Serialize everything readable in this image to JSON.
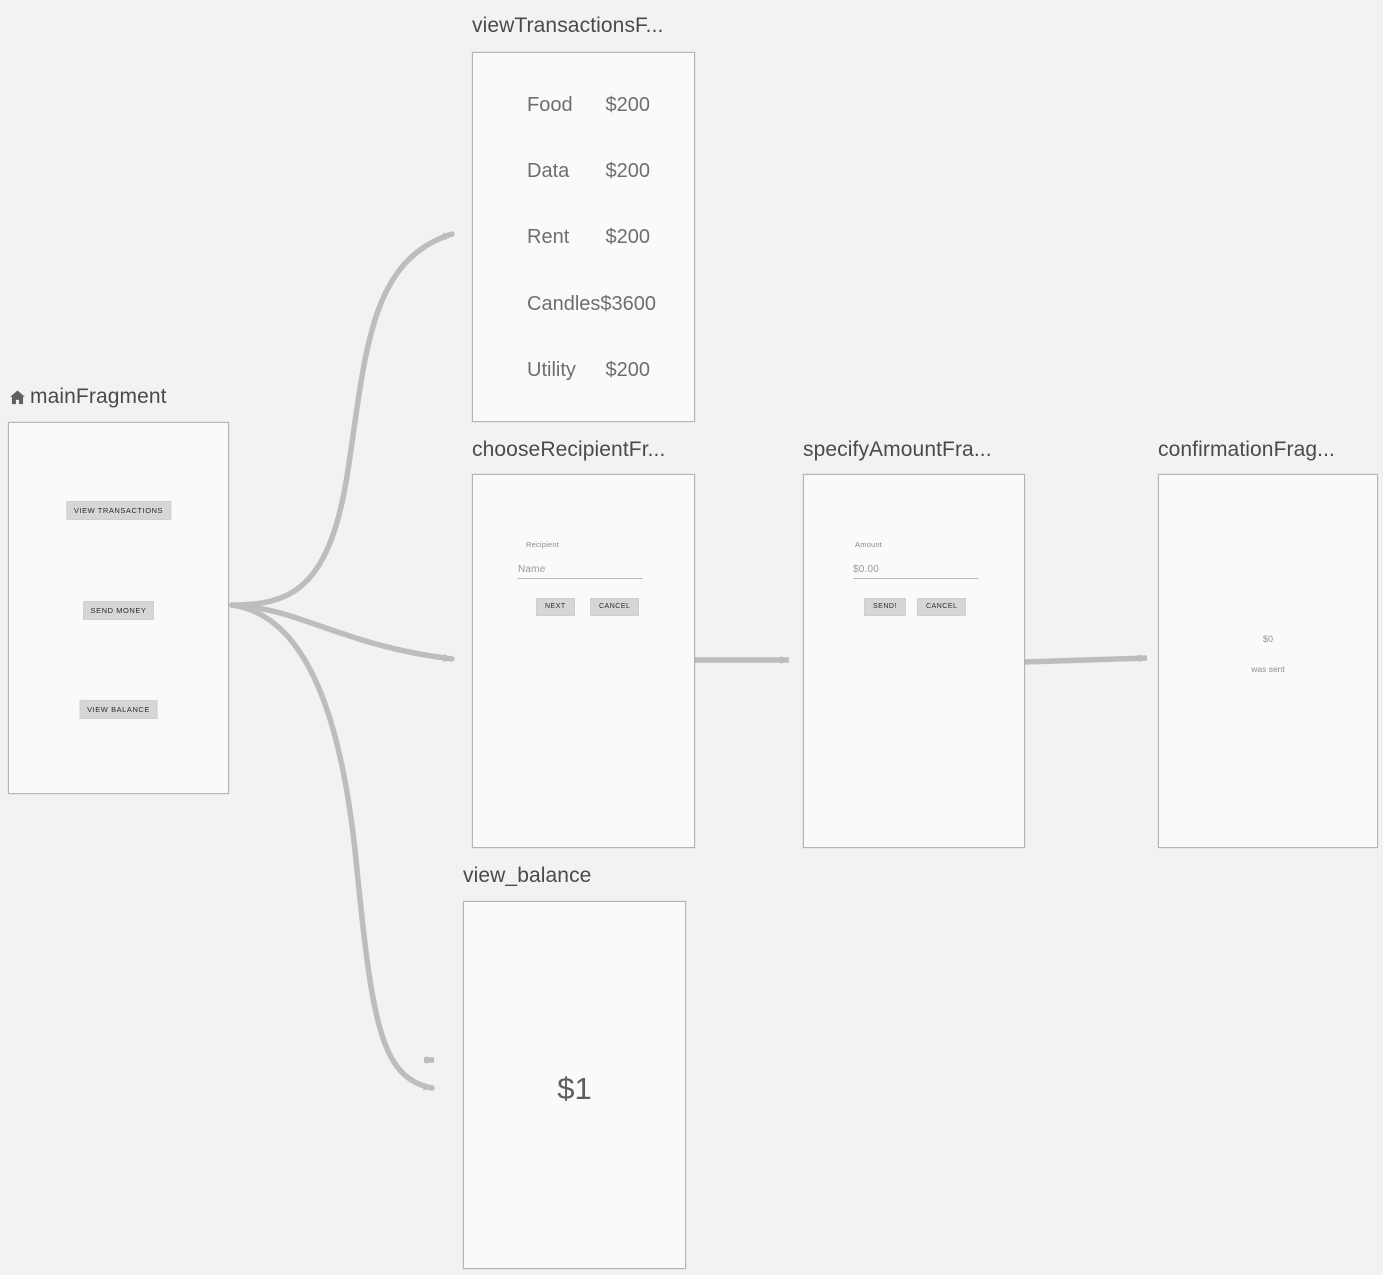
{
  "editor": {
    "type": "navigation-graph",
    "background_color": "#f2f2f2",
    "edge_color": "#bdbdbd",
    "frame_border_color": "#b4b4b4",
    "frame_fill_color": "#fafafa",
    "button_fill_color": "#d6d6d6",
    "title_color": "#4a4a4a"
  },
  "destinations": {
    "main": {
      "title": "mainFragment",
      "start_icon": "home-icon",
      "buttons": [
        {
          "label": "VIEW TRANSACTIONS"
        },
        {
          "label": "SEND MONEY"
        },
        {
          "label": "VIEW BALANCE"
        }
      ]
    },
    "view_transactions": {
      "title": "viewTransactionsF...",
      "rows": [
        {
          "category": "Food",
          "amount": "$200"
        },
        {
          "category": "Data",
          "amount": "$200"
        },
        {
          "category": "Rent",
          "amount": "$200"
        },
        {
          "category": "Candles",
          "amount": "$3600"
        },
        {
          "category": "Utility",
          "amount": "$200"
        }
      ]
    },
    "choose_recipient": {
      "title": "chooseRecipientFr...",
      "field_label": "Recipient",
      "field_placeholder": "Name",
      "primary_button": "NEXT",
      "secondary_button": "CANCEL"
    },
    "specify_amount": {
      "title": "specifyAmountFra...",
      "field_label": "Amount",
      "field_placeholder": "$0.00",
      "primary_button": "SEND!",
      "secondary_button": "CANCEL"
    },
    "confirmation": {
      "title": "confirmationFrag...",
      "amount": "$0",
      "subtitle": "was sent"
    },
    "view_balance": {
      "title": "view_balance",
      "amount": "$1"
    }
  }
}
